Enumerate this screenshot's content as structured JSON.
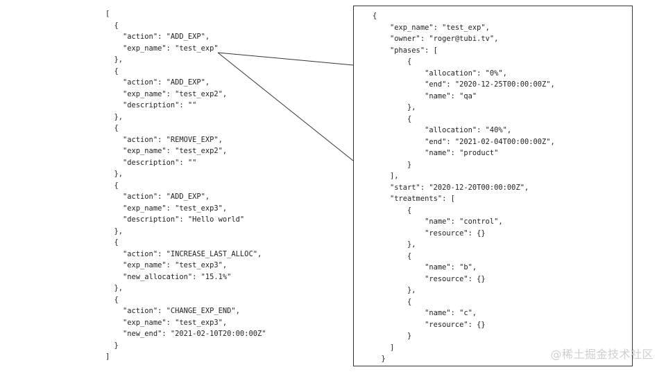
{
  "left_code": [
    "[",
    "  {",
    "    \"action\": \"ADD_EXP\",",
    "    \"exp_name\": \"test_exp\"",
    "  },",
    "  {",
    "    \"action\": \"ADD_EXP\",",
    "    \"exp_name\": \"test_exp2\",",
    "    \"description\": \"\"",
    "  },",
    "  {",
    "    \"action\": \"REMOVE_EXP\",",
    "    \"exp_name\": \"test_exp2\",",
    "    \"description\": \"\"",
    "  },",
    "  {",
    "    \"action\": \"ADD_EXP\",",
    "    \"exp_name\": \"test_exp3\",",
    "    \"description\": \"Hello world\"",
    "  },",
    "  {",
    "    \"action\": \"INCREASE_LAST_ALLOC\",",
    "    \"exp_name\": \"test_exp3\",",
    "    \"new_allocation\": \"15.1%\"",
    "  },",
    "  {",
    "    \"action\": \"CHANGE_EXP_END\",",
    "    \"exp_name\": \"test_exp3\",",
    "    \"new_end\": \"2021-02-10T20:00:00Z\"",
    "  }",
    "]"
  ],
  "right_code": [
    "{",
    "    \"exp_name\": \"test_exp\",",
    "    \"owner\": \"roger@tubi.tv\",",
    "    \"phases\": [",
    "        {",
    "            \"allocation\": \"0%\",",
    "            \"end\": \"2020-12-25T00:00:00Z\",",
    "            \"name\": \"qa\"",
    "        },",
    "        {",
    "            \"allocation\": \"40%\",",
    "            \"end\": \"2021-02-04T00:00:00Z\",",
    "            \"name\": \"product\"",
    "        }",
    "    ],",
    "    \"start\": \"2020-12-20T00:00:00Z\",",
    "    \"treatments\": [",
    "        {",
    "            \"name\": \"control\",",
    "            \"resource\": {}",
    "        },",
    "        {",
    "            \"name\": \"b\",",
    "            \"resource\": {}",
    "        },",
    "        {",
    "            \"name\": \"c\",",
    "            \"resource\": {}",
    "        }",
    "    ]",
    "  }"
  ],
  "watermark": "@稀土掘金技术社区"
}
